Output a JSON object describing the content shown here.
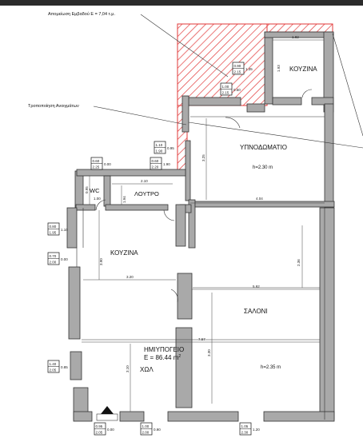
{
  "annotations": {
    "area_loss": "Απομείωση Εμβαδού Ε = 7,04 τ.μ.",
    "openings_change": "Τροποποίηση Ανοιγμάτων"
  },
  "rooms": {
    "kitchen_top": "ΚΟΥΖΙΝΑ",
    "bedroom": "ΥΠΝΟΔΩΜΑΤΙΟ",
    "bedroom_height": "h=2.30 m",
    "wc": "WC",
    "bath": "ΛΟΥΤΡΟ",
    "kitchen": "ΚΟΥΖΙΝΑ",
    "living": "ΣΑΛΟΝΙ",
    "basement": "ΗΜΙΥΠΟΓΕΙΟ",
    "basement_area": "Ε = 86.44  m",
    "basement_area_sup": "2",
    "hall": "ΧΩΛ",
    "basement_height": "h=2.35 m"
  },
  "openings": [
    {
      "id": "o1",
      "top": "0.90",
      "bottom": "2.15",
      "side": "1.35"
    },
    {
      "id": "o2",
      "top": "1.00",
      "bottom": "2.15",
      "side": "0.50"
    },
    {
      "id": "o3",
      "top": "1.10",
      "bottom": "1.90",
      "side": "0.95"
    },
    {
      "id": "o4",
      "top": "0.60",
      "bottom": "2.25",
      "side": "0.00"
    },
    {
      "id": "o5",
      "top": "0.60",
      "bottom": "2.20",
      "side": "1.90"
    },
    {
      "id": "o6",
      "top": "0.80",
      "bottom": "1.95",
      "side": "1.10"
    },
    {
      "id": "o7",
      "top": "0.70",
      "bottom": "2.00",
      "side": "0.00"
    },
    {
      "id": "o8",
      "top": "1.40",
      "bottom": "2.05",
      "side": "0.85"
    },
    {
      "id": "o9",
      "top": "0.95",
      "bottom": "2.05",
      "side": "0.00"
    },
    {
      "id": "o10",
      "top": "1.00",
      "bottom": "2.00",
      "side": "0.90"
    },
    {
      "id": "o11",
      "top": "1.05",
      "bottom": "2.30",
      "side": "1.20"
    }
  ],
  "dimensions": {
    "d_kitchen_top_w": "1.82",
    "d_kitchen_top_side": "1.93",
    "d_bed_h": "3.25",
    "d_bed_w": "4.04",
    "d_bath_w": "2.10",
    "d_wc_h": "0.95",
    "d_wc_w": "1.00",
    "d_bath_h": "1.94",
    "d_kitchen_h": "3.90",
    "d_kitchen_w": "3.20",
    "d_living_right_h": "2.36",
    "d_living_w": "5.92",
    "d_full_w": "7.57",
    "d_hall_h": "3.10",
    "d_right_h": "3.30"
  }
}
